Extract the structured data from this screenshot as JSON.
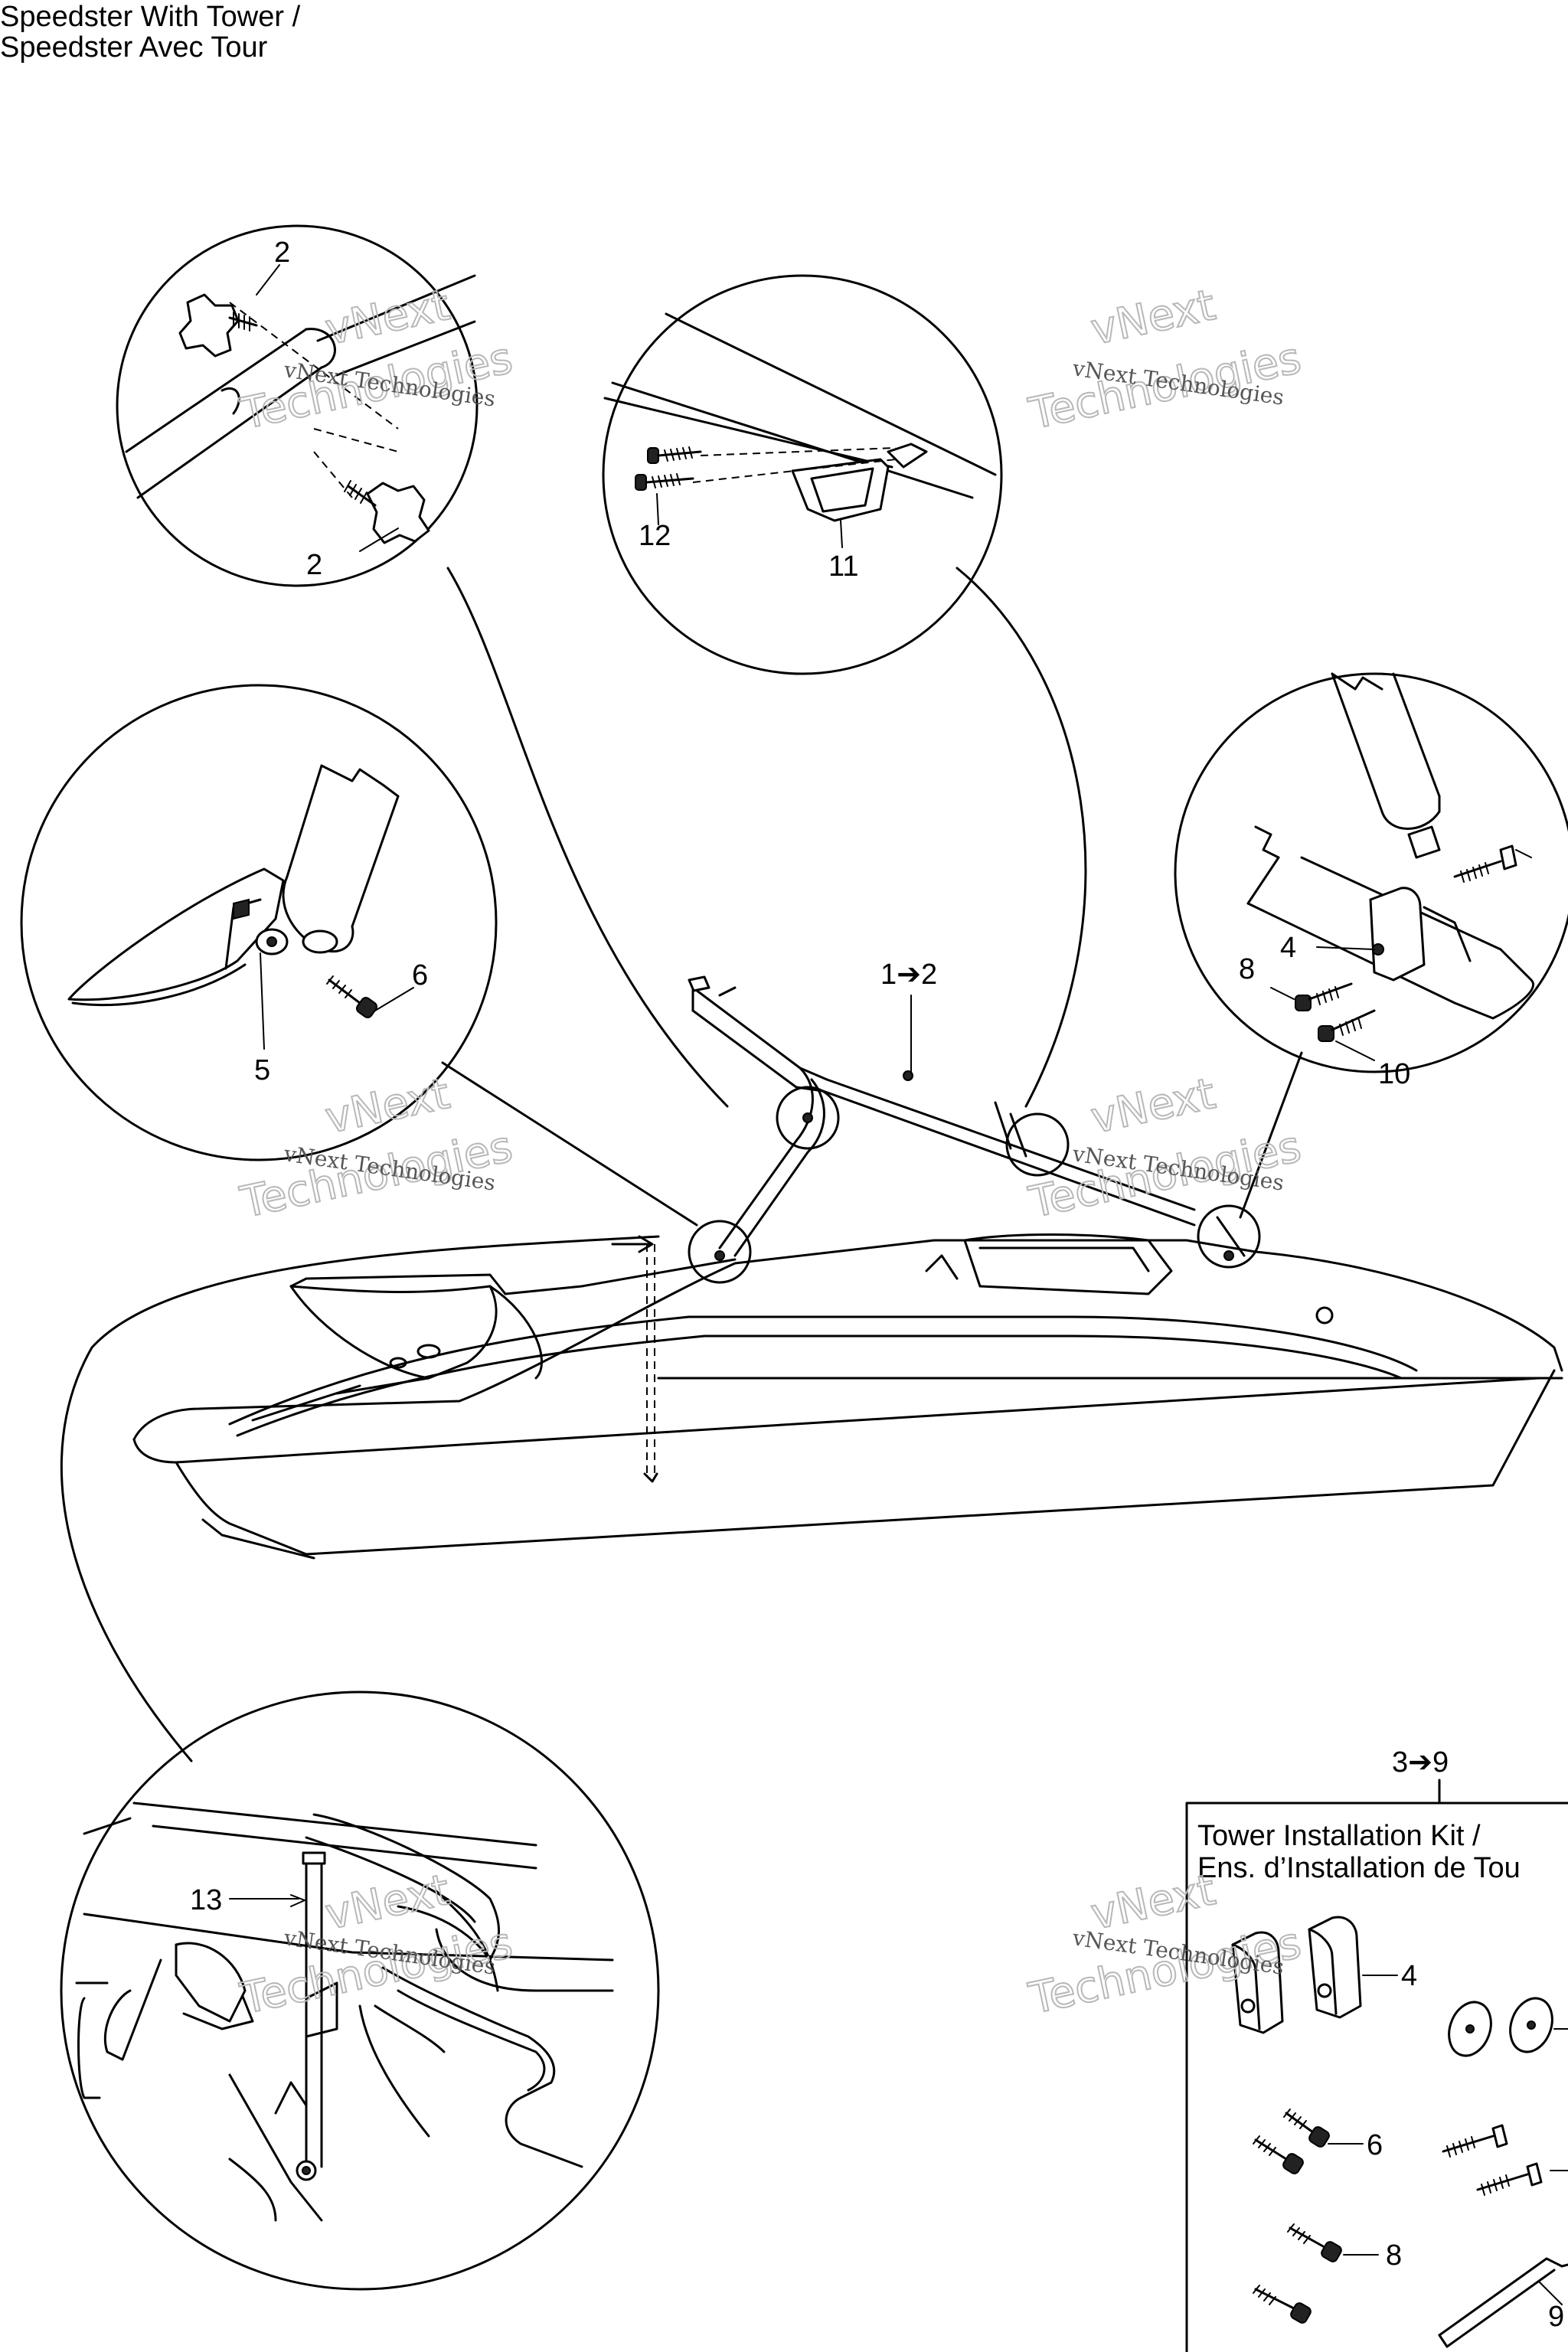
{
  "title": {
    "line1": "Speedster With Tower /",
    "line2": "Speedster Avec Tour"
  },
  "watermark": {
    "small": "vNext Technologies",
    "big1": "vNext",
    "big2": "Technologies"
  },
  "callouts": {
    "c2_top": "2",
    "c2_bottom": "2",
    "c11": "11",
    "c12": "12",
    "c6_left": "6",
    "c5": "5",
    "c1to2": "1➔2",
    "c4_right": "4",
    "c8_right": "8",
    "c10": "10",
    "c13": "13",
    "c3to9": "3➔9",
    "kit4": "4",
    "kit6": "6",
    "kit8": "8",
    "kit9": "9"
  },
  "kit": {
    "title_line1": "Tower Installation Kit /",
    "title_line2": "Ens. d’Installation de Tou"
  }
}
